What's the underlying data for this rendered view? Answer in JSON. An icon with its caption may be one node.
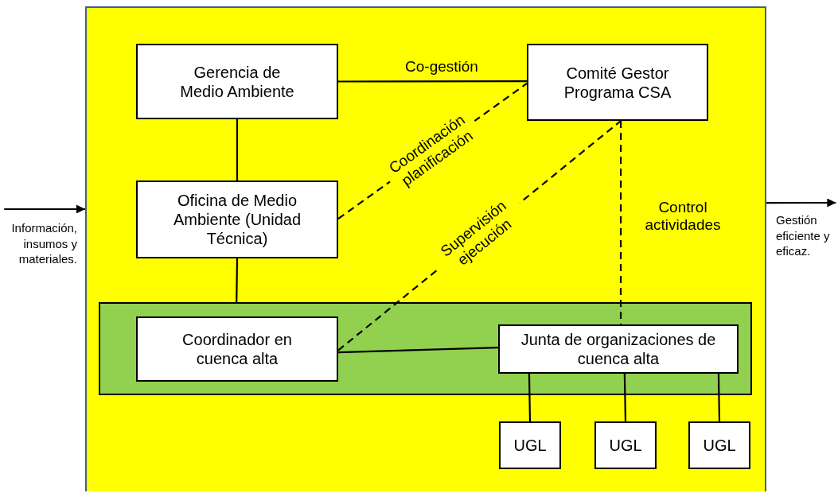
{
  "diagram": {
    "nodes": [
      {
        "text": [],
        "shape": "box"
      },
      {
        "text": [
          "Gerencia de Medio Ambiente"
        ],
        "in": 0
      },
      {
        "text": [
          "Comité Gestor Programa CSA"
        ],
        "in": 0
      },
      {
        "text": [
          "Oficina de Medio Ambiente (Unidad Técnica)"
        ],
        "in": 0
      },
      {
        "text": [],
        "shape": "box",
        "in": 0
      },
      {
        "text": [
          "Coordinador en cuenca alta"
        ],
        "in": 4
      },
      {
        "text": [
          "Junta de organizaciones  de cuenca alta"
        ],
        "in": 4
      },
      {
        "text": [
          "UGL"
        ],
        "in": 0
      },
      {
        "text": [
          "UGL"
        ],
        "in": 0
      },
      {
        "text": [
          "UGL"
        ],
        "in": 0
      },
      {
        "text": [
          "Información, insumos y materiales."
        ]
      },
      {
        "text": [
          "Gestión eficiente y eficaz."
        ]
      }
    ],
    "edges": [
      {
        "from": 1,
        "to": 2,
        "arrow": "none",
        "label": "Co-gestión"
      },
      {
        "from": 1,
        "to": 3,
        "arrow": "none"
      },
      {
        "from": 3,
        "to": 4,
        "arrow": "none"
      },
      {
        "from": 3,
        "to": 2,
        "arrow": "none",
        "style": "dashed",
        "label": "Coordinación planificación"
      },
      {
        "from": 5,
        "to": 2,
        "arrow": "none",
        "style": "dashed",
        "label": "Supervisión ejecución"
      },
      {
        "from": 2,
        "to": 6,
        "arrow": "none",
        "style": "dashed",
        "label": "Control actividades"
      },
      {
        "from": 5,
        "to": 6,
        "arrow": "none"
      },
      {
        "from": 6,
        "to": 7,
        "arrow": "none"
      },
      {
        "from": 6,
        "to": 8,
        "arrow": "none"
      },
      {
        "from": 6,
        "to": 9,
        "arrow": "none"
      },
      {
        "from": 10,
        "to": 0,
        "arrow": "to"
      },
      {
        "from": 0,
        "to": 11,
        "arrow": "to"
      }
    ]
  }
}
